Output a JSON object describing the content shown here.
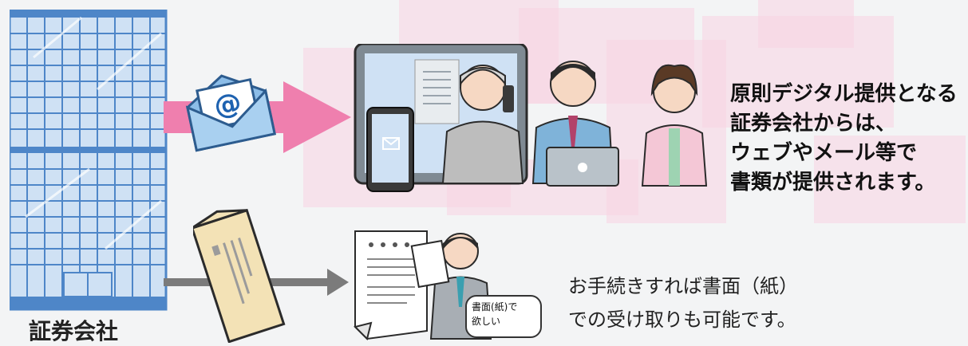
{
  "company": {
    "label": "証券会社"
  },
  "digital": {
    "lines": [
      "原則デジタル提供となる",
      "証券会社からは、",
      "ウェブやメール等で",
      "書類が提供されます。"
    ]
  },
  "paper": {
    "lines": [
      "お手続きすれば書面（紙）",
      "での受け取りも可能です。"
    ],
    "bubble_lines": [
      "書面(紙)で",
      "欲しい"
    ]
  },
  "mail_symbol": "@",
  "colors": {
    "pink_arrow": "#ef7fae",
    "gray_arrow": "#7b7b7b",
    "building": "#4e86c8",
    "building_glass": "#cfe1f4",
    "background_tiles": "#f7d4e2",
    "envelope": "#f3e2b6"
  },
  "icons": [
    "office-building-icon",
    "email-at-icon",
    "paper-envelope-icon",
    "smartphone-icon",
    "monitor-icon",
    "laptop-icon",
    "document-icon"
  ]
}
